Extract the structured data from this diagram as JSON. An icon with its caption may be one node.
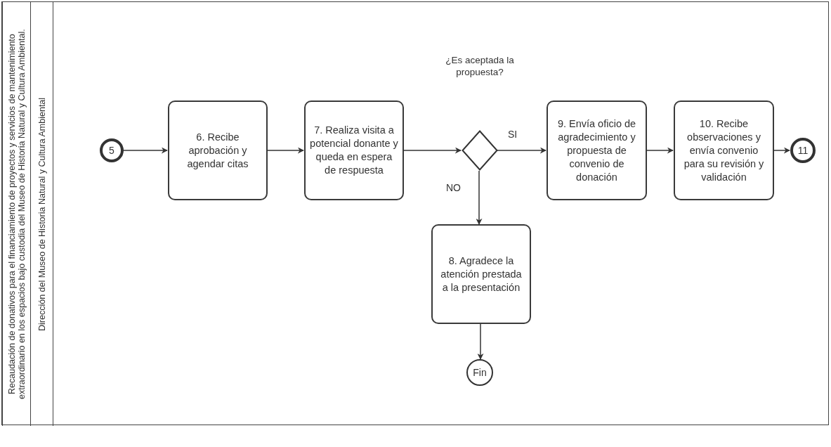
{
  "diagram": {
    "nodes": [
      {
        "text": [
          "Recaudación de donativos para el financiamiento de proyectos y servicios de mantenimiento extraordinario en los espacios bajo custodia del Museo de Historia Natural y Cultura Ambiental."
        ]
      },
      {
        "text": [
          "Dirección del Museo de Historia Natural y Cultura Ambiental"
        ],
        "in": 0
      },
      {
        "text": [
          "5"
        ],
        "in": 1
      },
      {
        "text": [
          "6. Recibe aprobación y agendar citas"
        ],
        "in": 1
      },
      {
        "text": [
          "7. Realiza visita a potencial donante y queda en espera de respuesta"
        ],
        "in": 1
      },
      {
        "text": [],
        "shape": "diamond",
        "in": 1
      },
      {
        "text": [
          "9. Envía oficio de agradecimiento y propuesta de convenio de donación"
        ],
        "in": 1
      },
      {
        "text": [
          "10. Recibe observaciones y envía convenio para su revisión y validación"
        ],
        "in": 1
      },
      {
        "text": [
          "11"
        ],
        "in": 1
      },
      {
        "text": [
          "8. Agradece la atención prestada a la presentación"
        ],
        "in": 1
      },
      {
        "text": [
          "Fin"
        ],
        "in": 1
      }
    ],
    "edges": [
      {
        "from": 2,
        "to": 3,
        "arrow": "to"
      },
      {
        "from": 3,
        "to": 4,
        "arrow": "to"
      },
      {
        "from": 4,
        "to": 5,
        "arrow": "to"
      },
      {
        "from": 5,
        "to": 6,
        "arrow": "to",
        "label": "SI"
      },
      {
        "from": 6,
        "to": 7,
        "arrow": "to"
      },
      {
        "from": 7,
        "to": 8,
        "arrow": "to"
      },
      {
        "from": 5,
        "to": 9,
        "arrow": "to",
        "label": "NO"
      },
      {
        "from": 9,
        "to": 10,
        "arrow": "to"
      }
    ],
    "labels": [
      "¿Es aceptada la propuesta?"
    ]
  }
}
